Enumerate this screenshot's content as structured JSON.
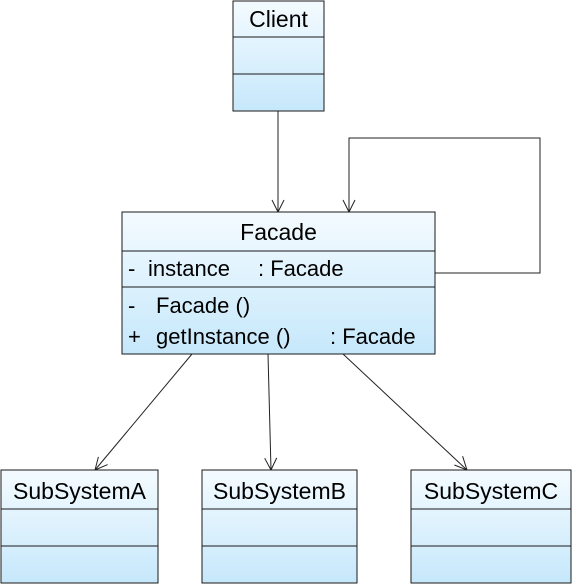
{
  "diagram": {
    "type": "uml-class-diagram",
    "colors": {
      "box_fill_top": "#f4fbff",
      "box_fill_bottom": "#c6e8fb",
      "stroke": "#1a1a1a"
    },
    "classes": {
      "client": {
        "name": "Client",
        "attributes": [],
        "operations": []
      },
      "facade": {
        "name": "Facade",
        "attributes": [
          {
            "visibility": "-",
            "name": "instance",
            "type": ": Facade"
          }
        ],
        "operations": [
          {
            "visibility": "-",
            "name": "Facade ()",
            "type": ""
          },
          {
            "visibility": "+",
            "name": "getInstance ()",
            "type": ": Facade"
          }
        ]
      },
      "subsystem_a": {
        "name": "SubSystemA",
        "attributes": [],
        "operations": []
      },
      "subsystem_b": {
        "name": "SubSystemB",
        "attributes": [],
        "operations": []
      },
      "subsystem_c": {
        "name": "SubSystemC",
        "attributes": [],
        "operations": []
      }
    },
    "relationships": [
      {
        "from": "Client",
        "to": "Facade",
        "kind": "association"
      },
      {
        "from": "Facade",
        "to": "Facade",
        "kind": "self-association"
      },
      {
        "from": "Facade",
        "to": "SubSystemA",
        "kind": "association"
      },
      {
        "from": "Facade",
        "to": "SubSystemB",
        "kind": "association"
      },
      {
        "from": "Facade",
        "to": "SubSystemC",
        "kind": "association"
      }
    ]
  }
}
